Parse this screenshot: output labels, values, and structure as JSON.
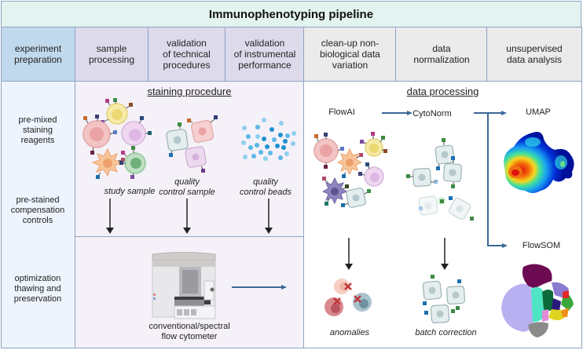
{
  "title": "Immunophenotyping pipeline",
  "headers": [
    {
      "label": "experiment preparation",
      "lines": [
        "experiment",
        "preparation"
      ]
    },
    {
      "label": "sample processing",
      "lines": [
        "sample",
        "processing"
      ]
    },
    {
      "label": "validation of technical procedures",
      "lines": [
        "validation",
        "of technical",
        "procedures"
      ]
    },
    {
      "label": "validation of instrumental performance",
      "lines": [
        "validation",
        "of instrumental",
        "performance"
      ]
    },
    {
      "label": "clean-up non-biological data variation",
      "lines": [
        "clean-up non-",
        "biological data",
        "variation"
      ]
    },
    {
      "label": "data normalization",
      "lines": [
        "data",
        "normalization"
      ]
    },
    {
      "label": "unsupervised data analysis",
      "lines": [
        "unsupervised",
        "data analysis"
      ]
    }
  ],
  "preparation": {
    "items": [
      {
        "lines": [
          "pre-mixed",
          "staining",
          "reagents"
        ]
      },
      {
        "lines": [
          "pre-stained",
          "compensation",
          "controls"
        ]
      },
      {
        "lines": [
          "optimization",
          "thawing and",
          "preservation"
        ]
      }
    ]
  },
  "staining": {
    "title": "staining procedure",
    "samples": [
      {
        "lines": [
          "study sample"
        ]
      },
      {
        "lines": [
          "quality",
          "control sample"
        ]
      },
      {
        "lines": [
          "quality",
          "control beads"
        ]
      }
    ]
  },
  "instrument": {
    "lines": [
      "conventional/spectral",
      "flow cytometer"
    ]
  },
  "processing": {
    "title": "data processing",
    "tools": {
      "flowai": "FlowAI",
      "cytonorm": "CytoNorm",
      "umap": "UMAP",
      "flowsom": "FlowSOM"
    },
    "outcomes": {
      "anomalies": "anomalies",
      "batch": "batch correction"
    }
  },
  "colors": {
    "title_bg": "#e3f3f0",
    "prep_header": "#c0d9ec",
    "sample_header": "#dddaeb",
    "data_header": "#ebebeb",
    "border": "#8fa3c4",
    "flow_arrow": "#3b6796",
    "arrow": "#222222"
  }
}
